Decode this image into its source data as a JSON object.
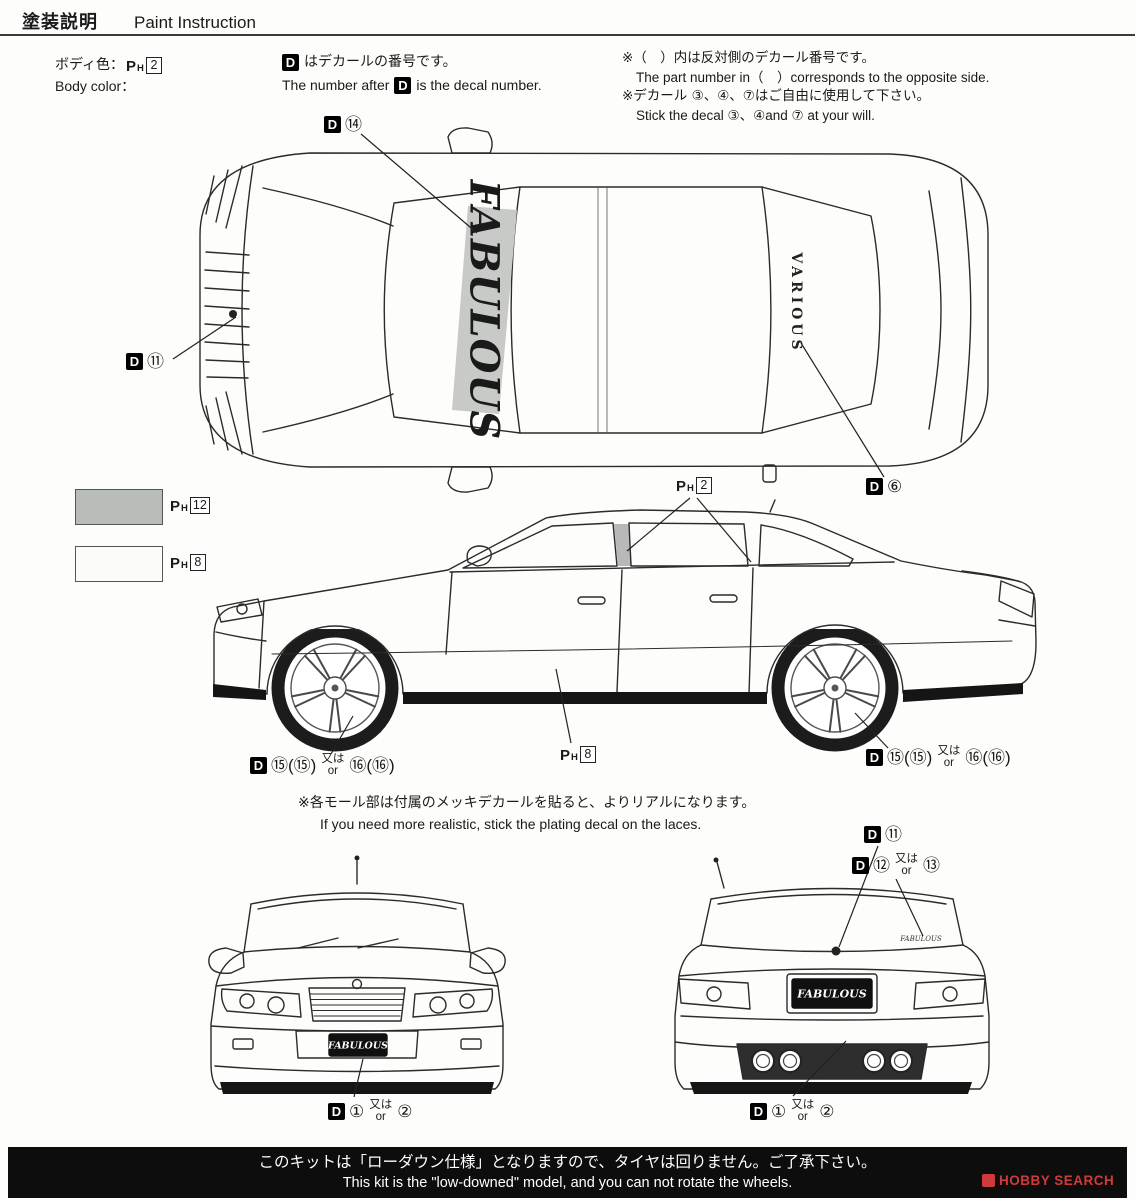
{
  "header": {
    "title_jp": "塗装説明",
    "title_en": "Paint Instruction"
  },
  "d_letter": "D",
  "ph": {
    "p": "P",
    "h": "H"
  },
  "paint_nums": {
    "body": "2",
    "swatch_gray": "12",
    "swatch_white": "8",
    "side_body": "8",
    "pillar": "2"
  },
  "body_color": {
    "jp": "ボディ色：",
    "en": "Body color："
  },
  "decal_note": {
    "jp": "はデカールの番号です。",
    "en_pre": "The number after",
    "en_post": "is the decal number."
  },
  "side_notes": {
    "jp1": "※（　）内は反対側のデカール番号です。",
    "en1": "The part number in（　）corresponds to the opposite side.",
    "jp2": "※デカール ③、④、⑦はご自由に使用して下さい。",
    "en2": "Stick the decal ③、④and ⑦ at your will."
  },
  "mold_note": {
    "jp": "※各モール部は付属のメッキデカールを貼ると、よりリアルになります。",
    "en": "If you need more realistic, stick the plating decal on the laces."
  },
  "decals": {
    "windshield": "⑭",
    "hood": "⑪",
    "trunk_side": "⑥",
    "wheel_a": "⑮(⑮)",
    "wheel_b": "⑯(⑯)",
    "front_badge_a": "①",
    "front_badge_b": "②",
    "rear_center": "⑪",
    "rear_window_a": "⑫",
    "rear_window_b": "⑬"
  },
  "or_label": {
    "jp": "又は",
    "en": "or"
  },
  "car_text": {
    "windshield_decal": "FABULOUS",
    "pillar_decal": "VARIOUS",
    "front_plate": "FABULOUS",
    "rear_plate": "FABULOUS",
    "rear_window_decal": "FABULOUS"
  },
  "footer": {
    "jp": "このキットは「ローダウン仕様」となりますので、タイヤは回りません。ご了承下さい。",
    "en": "This kit is the \"low-downed\" model, and you can not rotate the wheels."
  },
  "watermark": "HOBBY SEARCH",
  "colors": {
    "swatch_gray": "#b9bdb9",
    "swatch_white": "#fbfbf8",
    "band_gray": "#c7cac7",
    "footer_bg": "#0d0d0d",
    "watermark_red": "#d03a3a"
  }
}
